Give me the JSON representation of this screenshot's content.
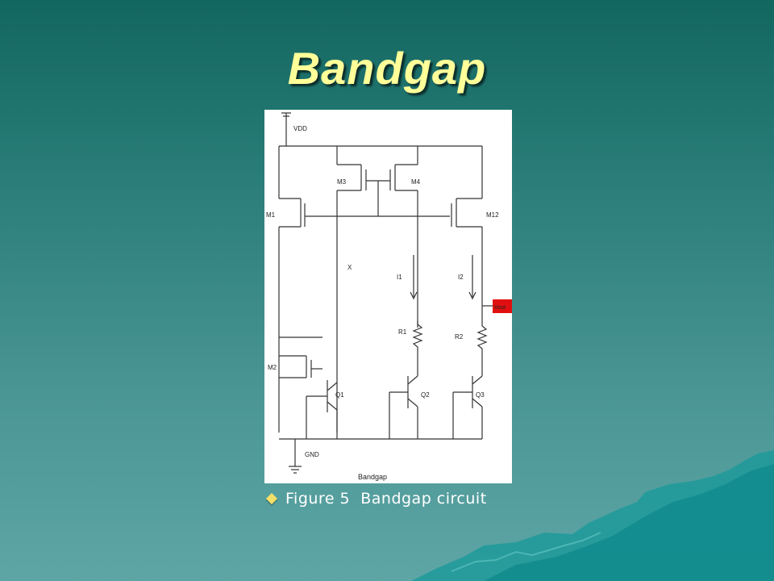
{
  "slide": {
    "title": "Bandgap",
    "caption": "Figure 5  Bandgap circuit"
  },
  "circuit": {
    "caption": "Bandgap",
    "labels": {
      "vdd": "VDD",
      "gnd": "GND",
      "m3": "M3",
      "m4": "M4",
      "m1": "M1",
      "m12": "M12",
      "m2": "M2",
      "x": "X",
      "i1": "I1",
      "i2": "I2",
      "r1": "R1",
      "r2": "R2",
      "q1": "Q1",
      "q2": "Q2",
      "q3": "Q3",
      "vout": "Vout"
    }
  },
  "colors": {
    "title": "#ffff99",
    "output_box": "#e01010",
    "bullet": "#f2e06a"
  }
}
